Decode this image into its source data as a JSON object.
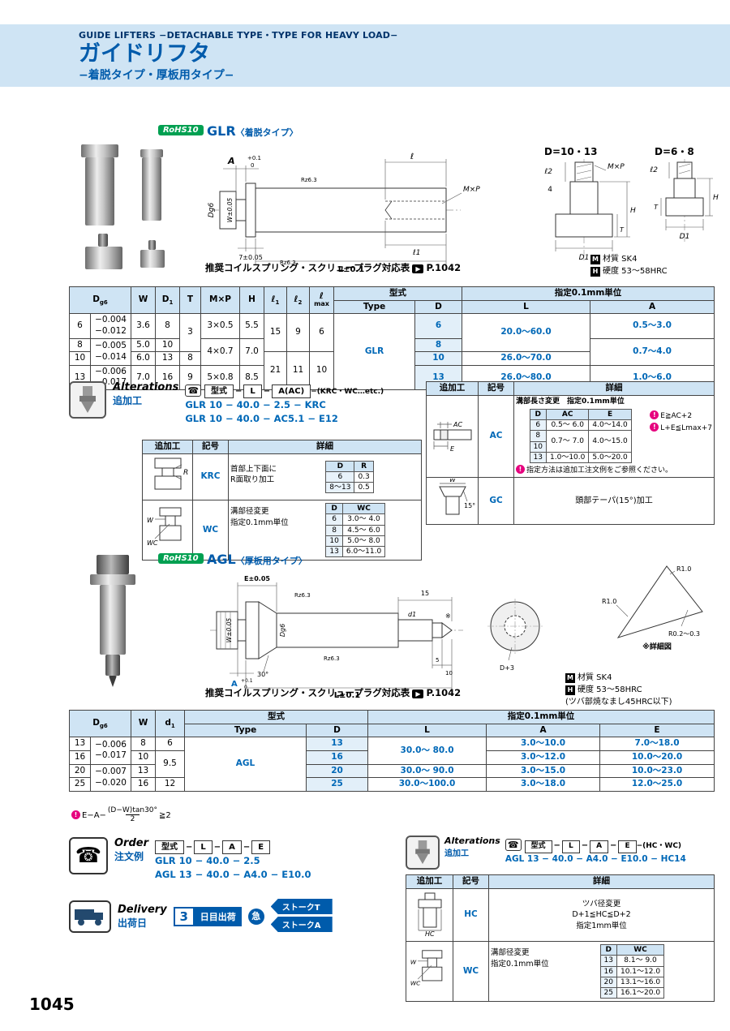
{
  "page_number": "1045",
  "icons": {
    "page_ref": "▶",
    "phone": "☎",
    "note": "!"
  },
  "rohs_label": "RoHS10",
  "header": {
    "title_en": "GUIDE LIFTERS −DETACHABLE TYPE・TYPE FOR HEAVY LOAD−",
    "title_ja": "ガイドリフタ",
    "subtitle": "−着脱タイプ・厚板用タイプ−"
  },
  "glr": {
    "code": "GLR",
    "code_note": "〈着脱タイプ〉",
    "view1_title": "D=10・13",
    "view2_title": "D=6・8",
    "spring_note": "推奨コイルスプリング・スクリュープラグ対応表",
    "spring_page": "P.1042",
    "material_icon": "M",
    "material": "材質 SK4",
    "hardness_icon": "H",
    "hardness": "硬度 53〜58HRC",
    "dims": {
      "A": "A",
      "A_up": "+0.1",
      "A_dn": "0",
      "ell": "ℓ",
      "mxp": "M×P",
      "dg6": "Dg6",
      "w": "W±0.05",
      "seven": "7±0.05",
      "L": "L±0.1",
      "ell1": "ℓ1",
      "rz": "Rz6.3",
      "ell2": "ℓ2",
      "four": "4",
      "H": "H",
      "D1": "D1",
      "T": "T"
    }
  },
  "glr_table": {
    "h_dg6_main": "D",
    "h_dg6_sub": "g6",
    "h_w": "W",
    "h_d1_main": "D",
    "h_d1_sub": "1",
    "h_t": "T",
    "h_mxp": "M×P",
    "h_h": "H",
    "h_l1_main": "ℓ",
    "h_l1_sub": "1",
    "h_l2_main": "ℓ",
    "h_l2_sub": "2",
    "h_lmax_1": "ℓ",
    "h_lmax_2": "max",
    "h_model": "型式",
    "h_type": "Type",
    "h_d": "D",
    "h_unit": "指定0.1mm単位",
    "h_l": "L",
    "h_a": "A",
    "type_value": "GLR",
    "r6_d": "6",
    "r6_tol1": "−0.004",
    "r6_tol2": "−0.012",
    "r6_w": "3.6",
    "r6_d1": "8",
    "r68_t": "3",
    "r6_mxp": "3×0.5",
    "r6_h": "5.5",
    "r68_l1": "15",
    "r68_l2": "9",
    "r68_lmax": "6",
    "r6_D": "6",
    "r68_L": "20.0〜60.0",
    "r6_A": "0.5〜3.0",
    "r8_d": "8",
    "r810_tol1": "−0.005",
    "r810_tol2": "−0.014",
    "r8_w": "5.0",
    "r8_d1": "10",
    "r810_mxp": "4×0.7",
    "r810_h": "7.0",
    "r8_D": "8",
    "r810_A": "0.7〜4.0",
    "r10_d": "10",
    "r10_w": "6.0",
    "r10_d1": "13",
    "r10_t": "8",
    "r1013_l1": "21",
    "r1013_l2": "11",
    "r1013_lmax": "10",
    "r10_D": "10",
    "r10_L": "26.0〜70.0",
    "r13_d": "13",
    "r13_tol1": "−0.006",
    "r13_tol2": "−0.017",
    "r13_w": "7.0",
    "r13_d1": "16",
    "r13_t": "9",
    "r13_mxp": "5×0.8",
    "r13_h": "8.5",
    "r13_D": "13",
    "r13_L": "26.0〜80.0",
    "r13_A": "1.0〜6.0"
  },
  "alt1": {
    "en": "Alterations",
    "ja": "追加工",
    "dash": "−",
    "fmt_model": "型式",
    "fmt_l": "L",
    "fmt_a": "A(AC)",
    "fmt_note": "−(KRC・WC…etc.)",
    "ex1": "GLR 10 − 40.0 − 2.5 − KRC",
    "ex2": "GLR 10 − 40.0 − AC5.1 − E12",
    "h_work": "追加工",
    "h_sym": "記号",
    "h_detail": "詳細",
    "krc_sym": "KRC",
    "krc_desc1": "首部上下面に",
    "krc_desc2": "R面取り加工",
    "krc_h_d": "D",
    "krc_h_r": "R",
    "krc_r1_d": "6",
    "krc_r1_r": "0.3",
    "krc_r2_d": "8〜13",
    "krc_r2_r": "0.5",
    "krc_diag_r": "R",
    "wc_sym": "WC",
    "wc_desc1": "溝部径変更",
    "wc_desc2": "指定0.1mm単位",
    "wc_h_d": "D",
    "wc_h_wc": "WC",
    "wc_r1_d": "6",
    "wc_r1": "3.0〜 4.0",
    "wc_r2_d": "8",
    "wc_r2": "4.5〜 6.0",
    "wc_r3_d": "10",
    "wc_r3": "5.0〜 8.0",
    "wc_r4_d": "13",
    "wc_r4": "6.0〜11.0",
    "wc_diag_w": "W",
    "wc_diag_wc": "WC",
    "ac_sym": "AC",
    "ac_desc": "溝部長さ変更　指定0.1mm単位",
    "ac_h_d": "D",
    "ac_h_ac": "AC",
    "ac_h_e": "E",
    "ac_r1_d": "6",
    "ac_r1_ac": "0.5〜 6.0",
    "ac_r1_e": "4.0〜14.0",
    "ac_r2_d": "8",
    "ac_r23_ac": "0.7〜 7.0",
    "ac_r23_e": "4.0〜15.0",
    "ac_r3_d": "10",
    "ac_r4_d": "13",
    "ac_r4_ac": "1.0〜10.0",
    "ac_r4_e": "5.0〜20.0",
    "ac_note1": "E≧AC+2",
    "ac_note2": "L+E≦Lmax+7",
    "ac_note3": "指定方法は追加工注文例をご参照ください。",
    "ac_diag_ac": "AC",
    "ac_diag_e": "E",
    "gc_sym": "GC",
    "gc_desc": "頭部テーパ(15°)加工",
    "gc_diag_w": "W",
    "gc_diag_deg": "15°"
  },
  "agl": {
    "code": "AGL",
    "code_note": "〈厚板用タイプ〉",
    "spring_note": "推奨コイルスプリング・スクリュープラグ対応表",
    "spring_page": "P.1042",
    "material_icon": "M",
    "material": "材質 SK4",
    "hardness_icon": "H",
    "hardness": "硬度 53〜58HRC",
    "hardness_note": "(ツバ部焼なまし45HRC以下)",
    "dims": {
      "E": "E±0.05",
      "W": "W±0.05",
      "deg": "30°",
      "dg6": "Dg6",
      "d1": "d1",
      "fifteen": "15",
      "A": "A",
      "A_up": "+0.1",
      "A_dn": "0",
      "L": "L±0.1",
      "five": "5",
      "ten": "10",
      "dplus3": "D+3",
      "star": "※",
      "r1": "R1.0",
      "r2": "R0.2〜0.3",
      "r3": "R1.0",
      "detail": "※詳細図",
      "rz": "Rz6.3"
    }
  },
  "agl_table": {
    "h_dg6_main": "D",
    "h_dg6_sub": "g6",
    "h_w": "W",
    "h_d1_main": "d",
    "h_d1_sub": "1",
    "h_model": "型式",
    "h_type": "Type",
    "h_d": "D",
    "h_unit": "指定0.1mm単位",
    "h_l": "L",
    "h_a": "A",
    "h_e": "E",
    "type_value": "AGL",
    "r13_d": "13",
    "r1316_tol1": "−0.006",
    "r1316_tol2": "−0.017",
    "r13_w": "8",
    "r13_d1": "6",
    "r13_D": "13",
    "r1316_L": "30.0〜 80.0",
    "r13_A": "3.0〜10.0",
    "r13_E": "7.0〜18.0",
    "r16_d": "16",
    "r16_w": "10",
    "r1620_d1": "9.5",
    "r16_D": "16",
    "r16_A": "3.0〜12.0",
    "r16_E": "10.0〜20.0",
    "r20_d": "20",
    "r2025_tol1": "−0.007",
    "r2025_tol2": "−0.020",
    "r20_w": "13",
    "r20_D": "20",
    "r20_L": "30.0〜 90.0",
    "r20_A": "3.0〜15.0",
    "r20_E": "10.0〜23.0",
    "r25_d": "25",
    "r25_w": "16",
    "r25_d1": "12",
    "r25_D": "25",
    "r25_L": "30.0〜100.0",
    "r25_A": "3.0〜18.0",
    "r25_E": "12.0〜25.0",
    "fn_prefix": "E−A−",
    "fn_num": "(D−W)tan30°",
    "fn_den": "2",
    "fn_geq": "≧2"
  },
  "order": {
    "en": "Order",
    "ja": "注文例",
    "dash": "−",
    "fmt_model": "型式",
    "fmt_l": "L",
    "fmt_a": "A",
    "fmt_e": "E",
    "ex1": "GLR 10 − 40.0 − 2.5",
    "ex2": "AGL 13 − 40.0 − A4.0 − E10.0"
  },
  "delivery": {
    "en": "Delivery",
    "ja": "出荷日",
    "days": "3",
    "days_label": "日目出荷",
    "express": "急",
    "stork_t": "ストークT",
    "stork_a": "ストークA"
  },
  "alt2": {
    "en": "Alterations",
    "ja": "追加工",
    "dash": "−",
    "fmt_model": "型式",
    "fmt_l": "L",
    "fmt_a": "A",
    "fmt_e": "E",
    "fmt_note": "−(HC・WC)",
    "ex": "AGL 13 − 40.0 − A4.0 − E10.0 − HC14",
    "h_work": "追加工",
    "h_sym": "記号",
    "h_detail": "詳細",
    "hc_sym": "HC",
    "hc_desc1": "ツバ径変更",
    "hc_desc2": "D+1≦HC≦D+2",
    "hc_desc3": "指定1mm単位",
    "hc_diag": "HC",
    "wc_sym": "WC",
    "wc_desc1": "溝部径変更",
    "wc_desc2": "指定0.1mm単位",
    "wc_h_d": "D",
    "wc_h_wc": "WC",
    "wc_r1_d": "13",
    "wc_r1": "8.1〜 9.0",
    "wc_r2_d": "16",
    "wc_r2": "10.1〜12.0",
    "wc_r3_d": "20",
    "wc_r3": "13.1〜16.0",
    "wc_r4_d": "25",
    "wc_r4": "16.1〜20.0",
    "wc_diag_w": "W",
    "wc_diag_wc": "WC"
  }
}
